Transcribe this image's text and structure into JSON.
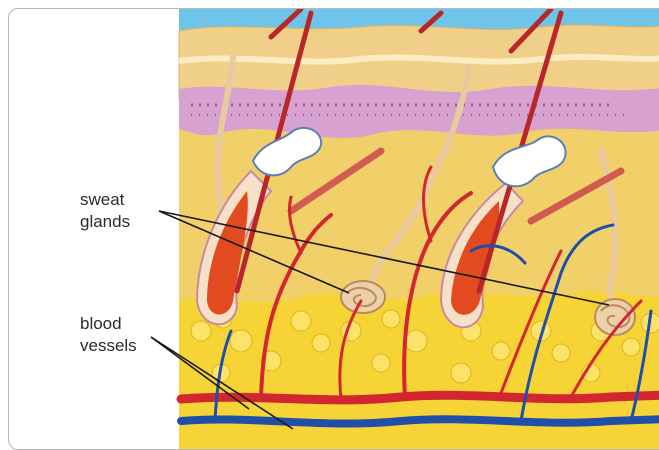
{
  "labels": {
    "sweat_glands": [
      "sweat",
      "glands"
    ],
    "blood_vessels": [
      "blood",
      "vessels"
    ]
  },
  "colors": {
    "sky": "#6fc4ea",
    "epidermis": "#f0d089",
    "stratum": "#d7a2cf",
    "dermis": "#f2d069",
    "fat": "#f7d436",
    "hair": "#b8262a",
    "artery": "#d22630",
    "vein": "#1f4fa8",
    "gland": "#e8c9a0",
    "leader_line": "#1a1a1a"
  }
}
